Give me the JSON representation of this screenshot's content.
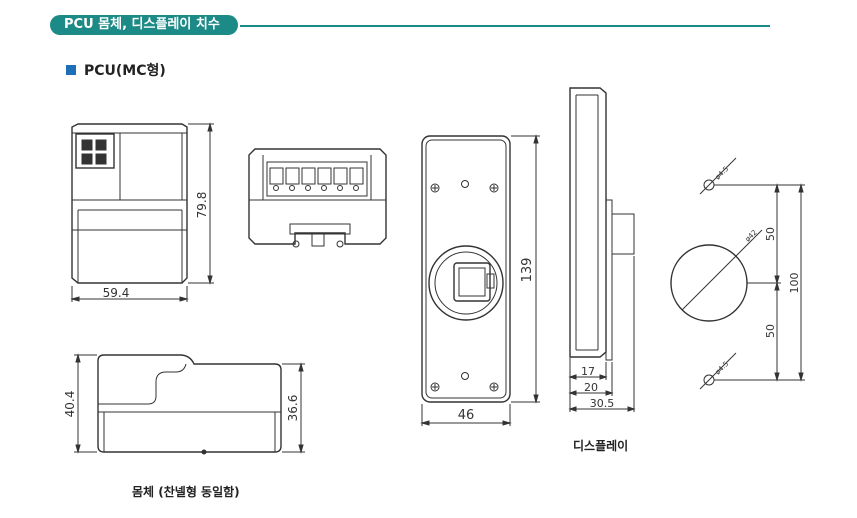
{
  "header": {
    "title": "PCU 몸체, 디스플레이 치수"
  },
  "section": {
    "title": "PCU(MC형)"
  },
  "body_views": {
    "front_width": "59.4",
    "front_height": "79.8",
    "side_height_left": "40.4",
    "side_height_right": "36.6",
    "caption": "몸체 (찬넬형 동일함)"
  },
  "display_views": {
    "front_width": "46",
    "front_height": "139",
    "depth_a": "17",
    "depth_b": "20",
    "depth_c": "30.5",
    "caption": "디스플레이"
  },
  "mount_template": {
    "hole_top_label": "ø4.5",
    "hole_bottom_label": "ø4.5",
    "center_hole_label": "ø42",
    "upper_spacing": "50",
    "lower_spacing": "50",
    "total_spacing": "100"
  },
  "colors": {
    "accent": "#1c8a86",
    "bullet": "#1e6fb8",
    "line": "#333333"
  }
}
